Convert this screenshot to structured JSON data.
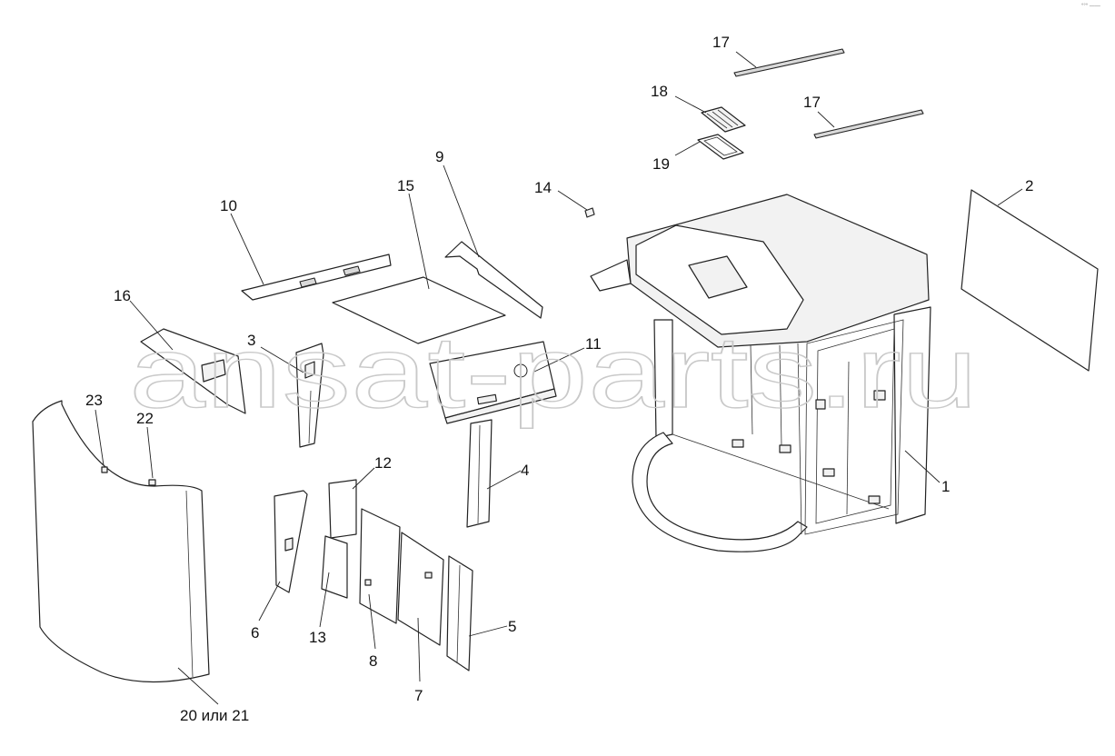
{
  "watermark": "ansat-parts.ru",
  "corner_mark": "°°° ——",
  "callouts": {
    "c1": "1",
    "c2": "2",
    "c3": "3",
    "c4": "4",
    "c5": "5",
    "c6": "6",
    "c7": "7",
    "c8": "8",
    "c9": "9",
    "c10": "10",
    "c11": "11",
    "c12": "12",
    "c13": "13",
    "c14": "14",
    "c15": "15",
    "c16": "16",
    "c17a": "17",
    "c17b": "17",
    "c18": "18",
    "c19": "19",
    "c20": "20 или 21",
    "c22": "22",
    "c23": "23"
  }
}
